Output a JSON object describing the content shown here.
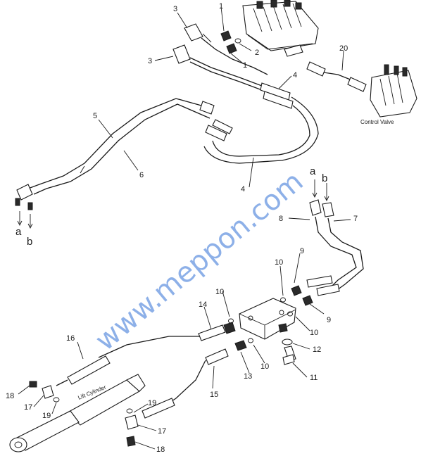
{
  "labels": {
    "control_valve_caption": "Control Valve",
    "lift_cylinder_caption": "Lift Cylinder",
    "watermark": "www.meppon.com",
    "letter_a": "a",
    "letter_b": "b"
  },
  "callouts": {
    "p1": "1",
    "p2": "2",
    "p3": "3",
    "p4": "4",
    "p5": "5",
    "p6": "6",
    "p7": "7",
    "p8": "8",
    "p9": "9",
    "p10": "10",
    "p11": "11",
    "p12": "12",
    "p13": "13",
    "p14": "14",
    "p15": "15",
    "p16": "16",
    "p17": "17",
    "p18": "18",
    "p19": "19",
    "p20": "20"
  },
  "colors": {
    "ink": "#1a1a1a",
    "watermark": "#2f6fd6",
    "paper": "#ffffff"
  }
}
